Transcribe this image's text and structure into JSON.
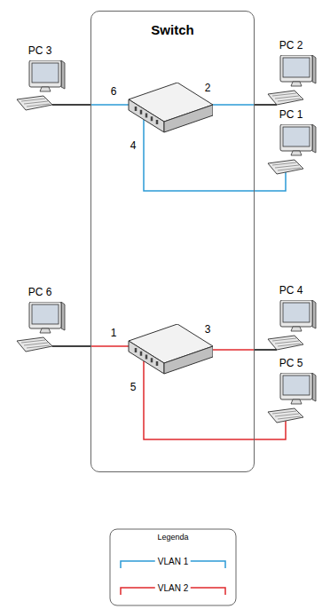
{
  "diagram": {
    "nodes": [
      {
        "text": [
          "Switch"
        ]
      },
      {
        "text": [
          "PC 3"
        ]
      },
      {
        "text": [
          "PC 2"
        ]
      },
      {
        "text": [
          "PC 1"
        ]
      },
      {
        "text": [
          "PC 6"
        ]
      },
      {
        "text": [
          "PC 4"
        ]
      },
      {
        "text": [
          "PC 5"
        ]
      }
    ],
    "labels": [
      "6",
      "2",
      "4",
      "1",
      "3",
      "5",
      "Legenda"
    ],
    "legend": [
      {
        "text": "VLAN 1"
      },
      {
        "text": "VLAN 2"
      }
    ]
  }
}
